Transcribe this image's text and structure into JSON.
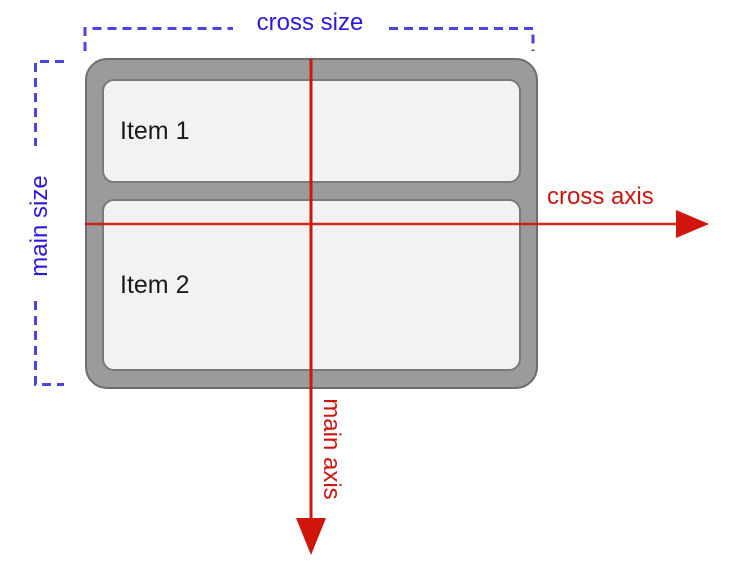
{
  "labels": {
    "cross_size": "cross size",
    "main_size": "main size",
    "cross_axis": "cross axis",
    "main_axis": "main axis"
  },
  "container": {
    "items": [
      {
        "label": "Item 1"
      },
      {
        "label": "Item 2"
      }
    ]
  },
  "colors": {
    "blue_text": "#2a18e2",
    "blue_dash": "#4a44e8",
    "red": "#cf150c",
    "container_fill": "#9b9b9b",
    "container_border": "#6e6e6e",
    "item_fill": "#f2f2f2",
    "item_border": "#7a7a7a",
    "item_text": "#1b1b1b",
    "background": "#ffffff"
  }
}
